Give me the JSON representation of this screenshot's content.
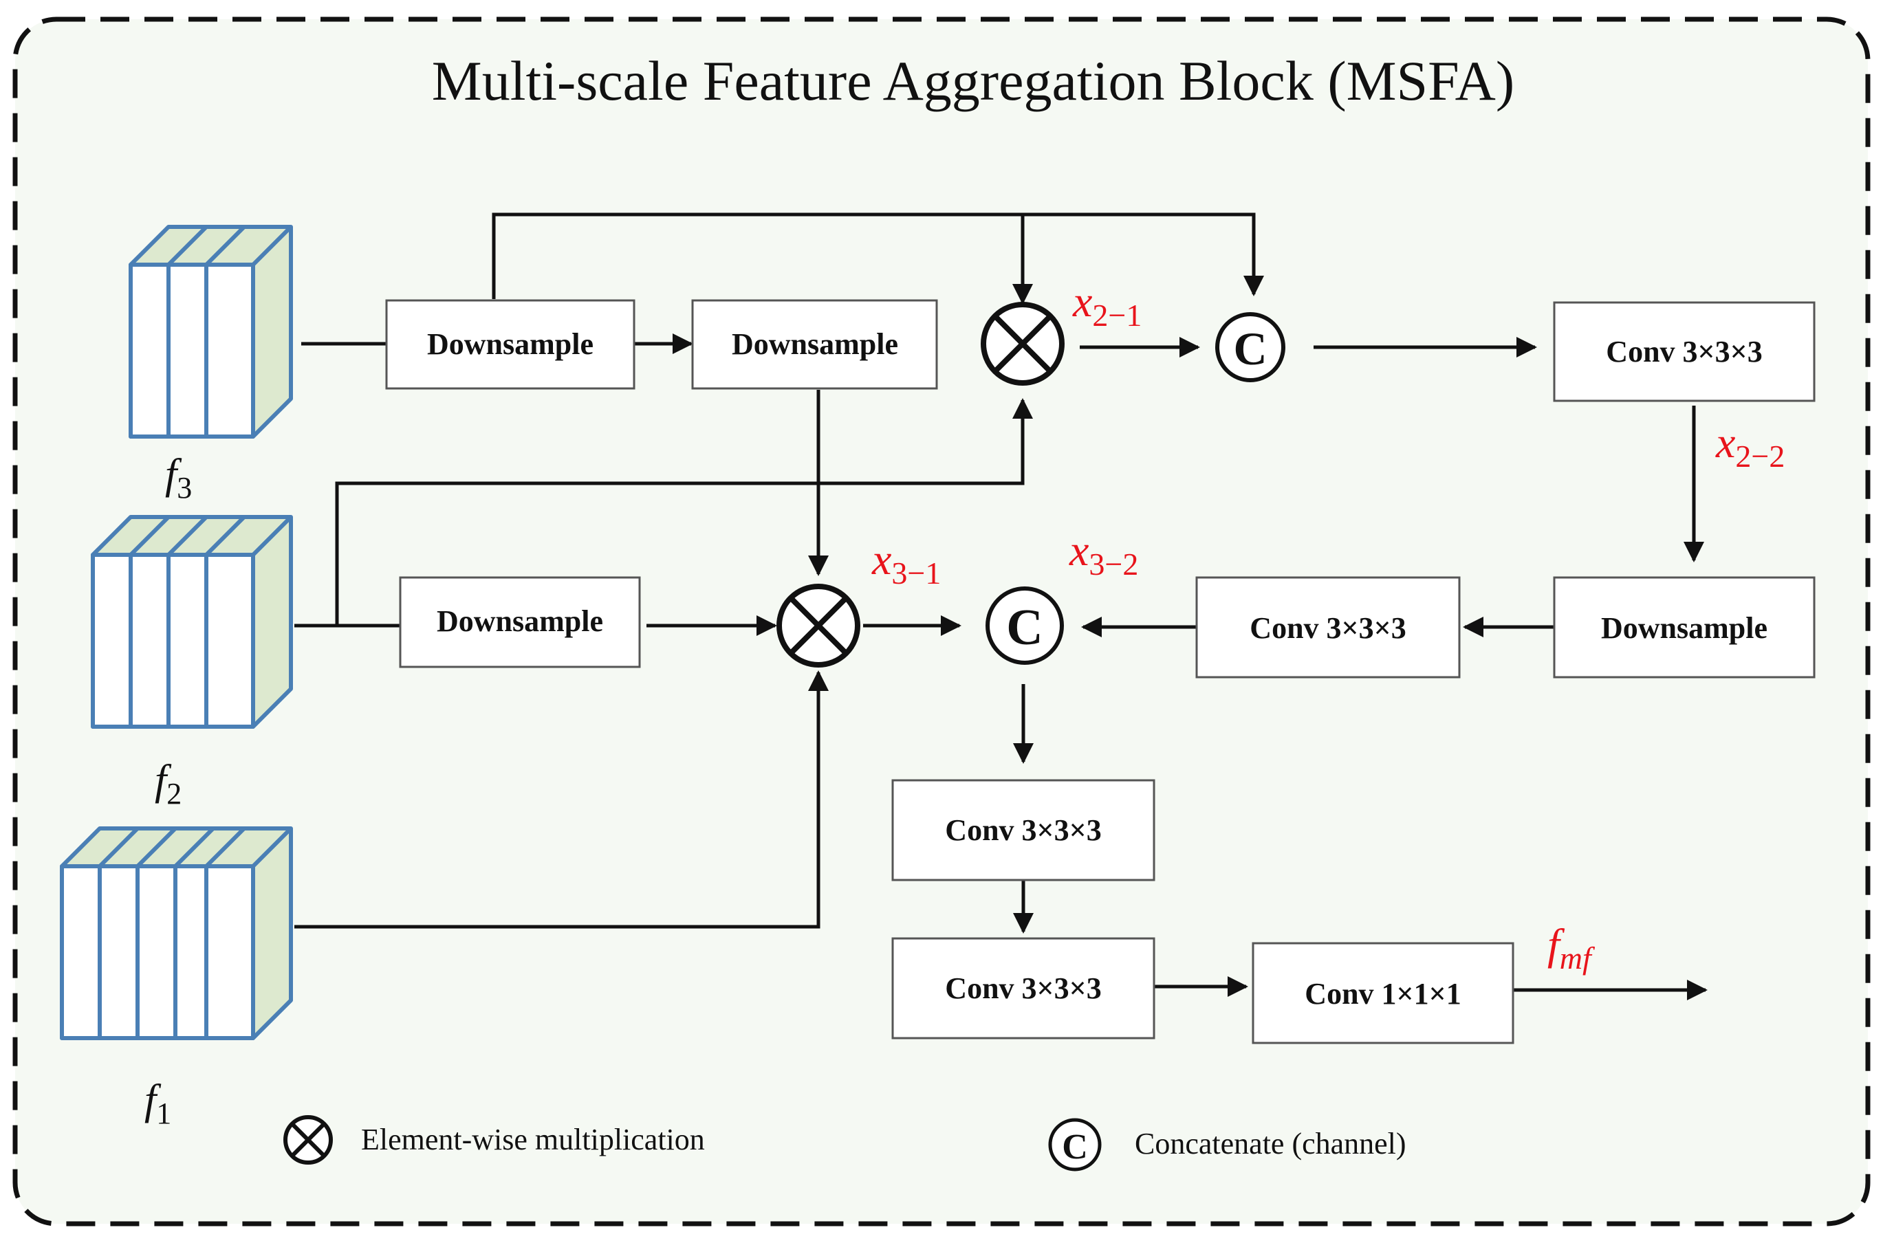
{
  "title": "Multi-scale Feature Aggregation Block (MSFA)",
  "colors": {
    "background": "#f5f9f3",
    "border": "#111111",
    "feature_stroke": "#4a7fb5",
    "feature_fill": "#dde9cf",
    "accent_red": "#e8141b"
  },
  "inputs": {
    "f3": {
      "base": "f",
      "sub": "3"
    },
    "f2": {
      "base": "f",
      "sub": "2"
    },
    "f1": {
      "base": "f",
      "sub": "1"
    }
  },
  "blocks": {
    "downsample_1": "Downsample",
    "downsample_2": "Downsample",
    "downsample_3": "Downsample",
    "downsample_4": "Downsample",
    "conv_top": "Conv 3×3×3",
    "conv_mid": "Conv 3×3×3",
    "conv_low_1": "Conv 3×3×3",
    "conv_low_2": "Conv 3×3×3",
    "conv_out": "Conv 1×1×1"
  },
  "symbols": {
    "concat": "C"
  },
  "variables": {
    "x2_1": {
      "base": "x",
      "sub": "2−1"
    },
    "x2_2": {
      "base": "x",
      "sub": "2−2"
    },
    "x3_1": {
      "base": "x",
      "sub": "3−1"
    },
    "x3_2": {
      "base": "x",
      "sub": "3−2"
    },
    "fmf": {
      "base": "f",
      "sub": "mf"
    }
  },
  "legend": {
    "multiply": "Element-wise multiplication",
    "concat": "Concatenate (channel)"
  }
}
